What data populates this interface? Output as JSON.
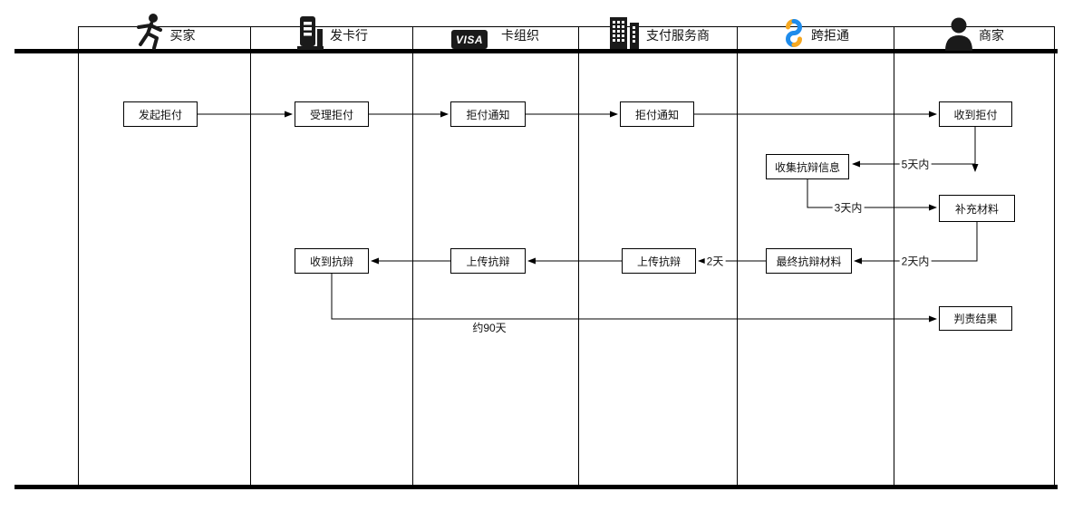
{
  "lanes": [
    {
      "label": "买家",
      "icon": "walking-person-icon"
    },
    {
      "label": "发卡行",
      "icon": "bank-building-icon"
    },
    {
      "label": "卡组织",
      "icon": "visa-logo",
      "logo_text": "VISA"
    },
    {
      "label": "支付服务商",
      "icon": "city-buildings-icon"
    },
    {
      "label": "跨拒通",
      "icon": "s-swirl-logo"
    },
    {
      "label": "商家",
      "icon": "person-icon"
    }
  ],
  "nodes": [
    {
      "label": "发起拒付",
      "lane": "买家"
    },
    {
      "label": "受理拒付",
      "lane": "发卡行"
    },
    {
      "label": "拒付通知",
      "lane": "卡组织"
    },
    {
      "label": "拒付通知",
      "lane": "支付服务商"
    },
    {
      "label": "收到拒付",
      "lane": "商家"
    },
    {
      "label": "收集抗辩信息",
      "lane": "跨拒通"
    },
    {
      "label": "补充材料",
      "lane": "商家"
    },
    {
      "label": "最终抗辩材料",
      "lane": "跨拒通"
    },
    {
      "label": "上传抗辩",
      "lane": "支付服务商"
    },
    {
      "label": "上传抗辩",
      "lane": "卡组织"
    },
    {
      "label": "收到抗辩",
      "lane": "发卡行"
    },
    {
      "label": "判责结果",
      "lane": "商家"
    }
  ],
  "edge_labels": {
    "five_days": "5天内",
    "three_days": "3天内",
    "two_days_within": "2天内",
    "two_days": "2天",
    "ninety_days": "约90天"
  },
  "colors": {
    "line": "#000000",
    "logo_blue": "#1f8ceb",
    "logo_yellow": "#f6a821",
    "icon_black": "#1a1a1a",
    "visa_badge_bg": "#1a1a1a",
    "visa_text_color": "#ffffff"
  }
}
